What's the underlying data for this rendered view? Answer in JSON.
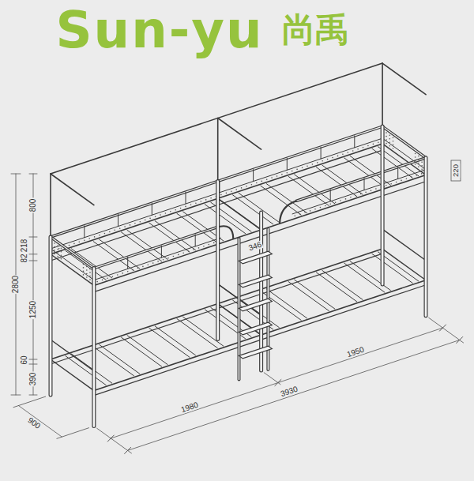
{
  "diagram": {
    "labels": [
      "Sun-yu",
      "尚禹",
      "220",
      "800",
      "82",
      "218",
      "1250",
      "2800",
      "60",
      "390",
      "346",
      "1950",
      "1980",
      "3930",
      "900"
    ]
  }
}
